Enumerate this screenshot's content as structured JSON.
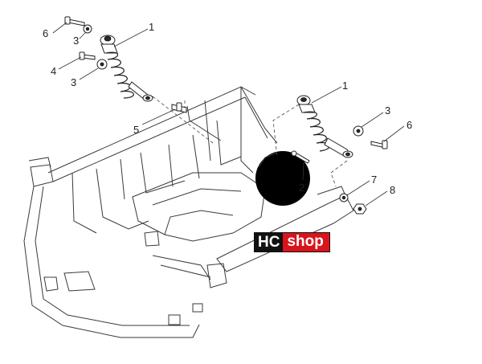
{
  "callouts": {
    "c1a": "1",
    "c1b": "1",
    "c2": "2",
    "c3a": "3",
    "c3b": "3",
    "c3c": "3",
    "c4": "4",
    "c5": "5",
    "c6a": "6",
    "c6b": "6",
    "c7": "7",
    "c8": "8"
  },
  "logo": {
    "left": "HC",
    "right": "shop"
  },
  "colors": {
    "logo_dark": "#111111",
    "logo_red": "#d8141c",
    "line": "#3a3a3a"
  }
}
